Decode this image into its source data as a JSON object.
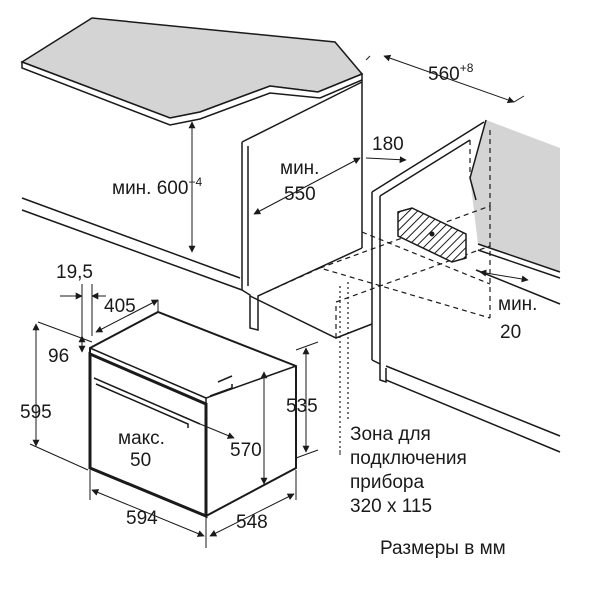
{
  "dimensions": {
    "niche_width": "560",
    "niche_width_tolerance": "+8",
    "niche_height": "мин. 600",
    "niche_height_tolerance": "+4",
    "niche_depth_label": "мин.",
    "niche_depth_value": "550",
    "back_gap": "180",
    "side_gap_label": "мин.",
    "side_gap_value": "20",
    "panel_offset": "19,5",
    "panel_depth": "405",
    "top_height": "96",
    "oven_height": "595",
    "oven_body_height": "535",
    "door_offset_label": "макс.",
    "door_offset_value": "50",
    "inner_height": "570",
    "oven_width": "594",
    "oven_depth": "548"
  },
  "notes": {
    "connection_zone_line1": "Зона для",
    "connection_zone_line2": "подключения",
    "connection_zone_line3": "прибора",
    "connection_zone_size": "320 x 115",
    "units": "Размеры в мм"
  }
}
